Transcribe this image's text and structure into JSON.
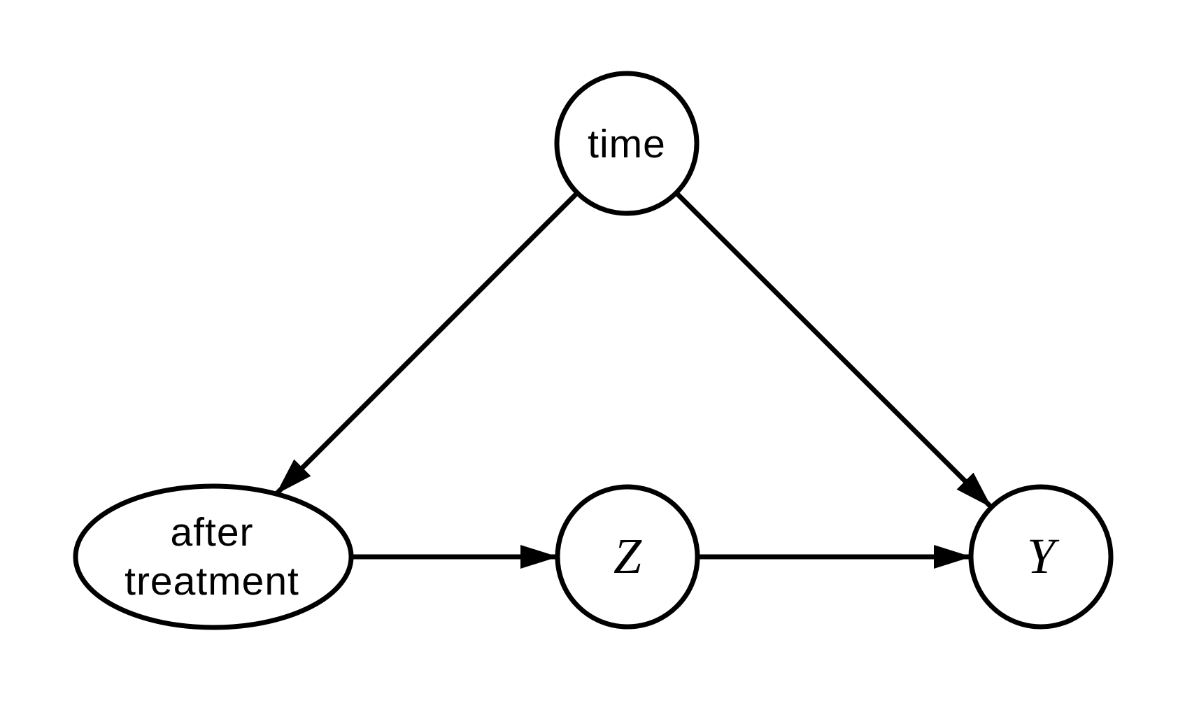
{
  "style": {
    "background": "#ffffff",
    "node_fill": "#ffffff",
    "node_stroke": "#000000",
    "edge_color": "#000000",
    "text_color": "#000000"
  },
  "diagram": {
    "type": "causal-dag",
    "nodes": [
      {
        "id": "time",
        "shape": "circle",
        "label": "time",
        "font": "sans"
      },
      {
        "id": "after_treatment",
        "shape": "ellipse",
        "label": "after treatment",
        "line1": "after",
        "line2": "treatment",
        "font": "sans"
      },
      {
        "id": "Z",
        "shape": "circle",
        "label": "Z",
        "font": "math-italic"
      },
      {
        "id": "Y",
        "shape": "circle",
        "label": "Y",
        "font": "math-italic"
      }
    ],
    "edges": [
      {
        "from": "time",
        "to": "after_treatment",
        "directed": true
      },
      {
        "from": "time",
        "to": "Y",
        "directed": true
      },
      {
        "from": "after_treatment",
        "to": "Z",
        "directed": true
      },
      {
        "from": "Z",
        "to": "Y",
        "directed": true
      }
    ]
  }
}
